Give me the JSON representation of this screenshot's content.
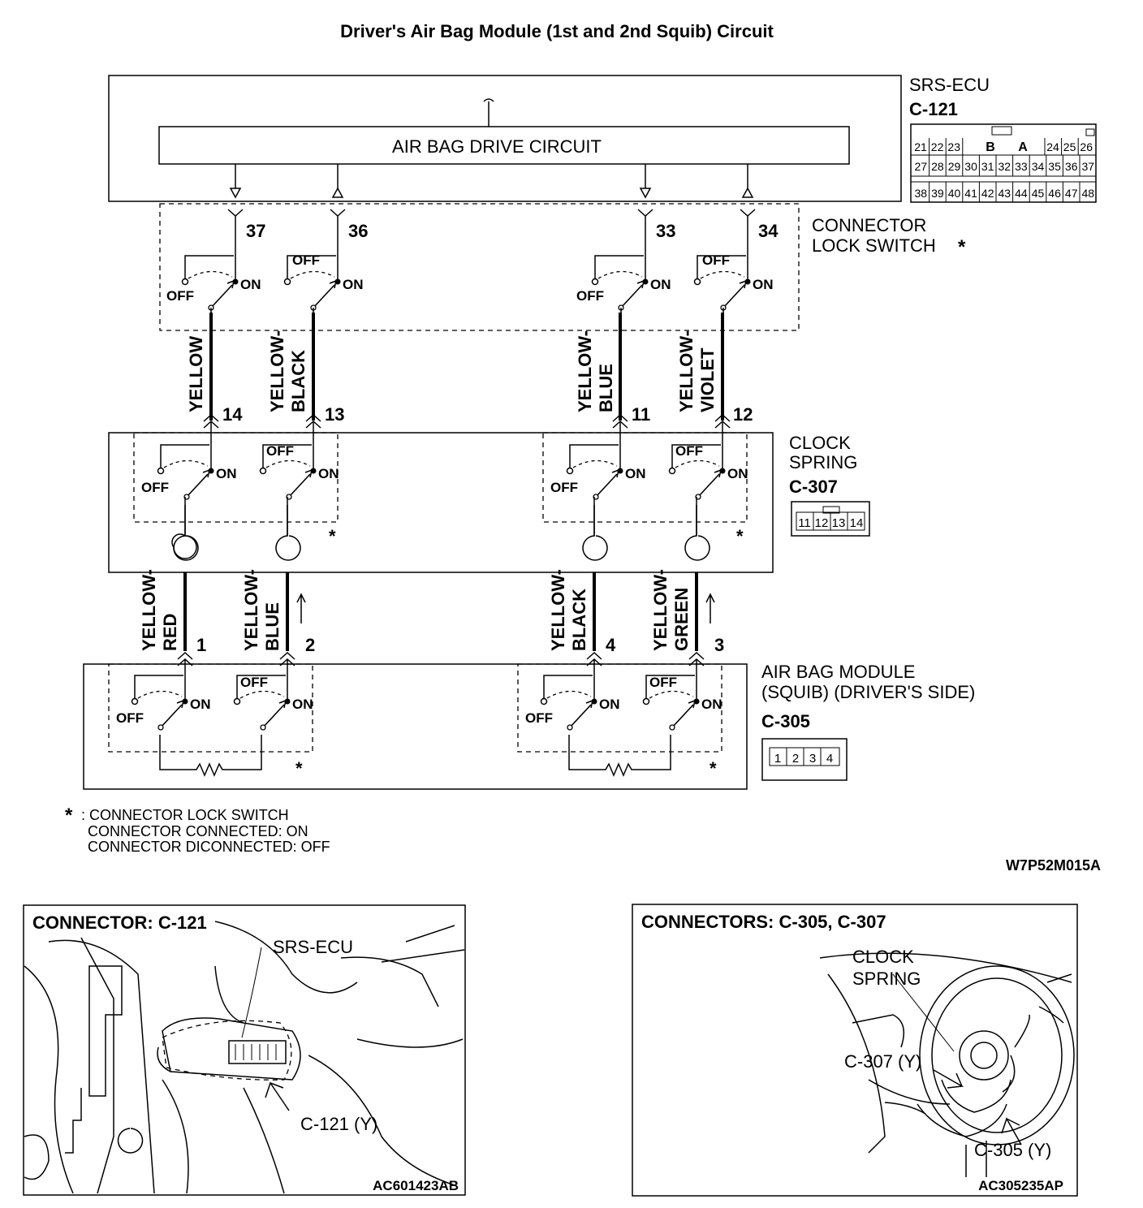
{
  "title": "Driver's Air Bag Module (1st and 2nd Squib) Circuit",
  "figure_code": "W7P52M015A",
  "srs_ecu": {
    "name": "SRS-ECU",
    "connector": "C-121",
    "drive_circuit_label": "AIR BAG DRIVE CIRCUIT",
    "pins": [
      "37",
      "36",
      "33",
      "34"
    ],
    "connector_rows": [
      [
        "21",
        "22",
        "23",
        "B",
        "A",
        "24",
        "25",
        "26"
      ],
      [
        "27",
        "28",
        "29",
        "30",
        "31",
        "32",
        "33",
        "34",
        "35",
        "36",
        "37"
      ],
      [
        "38",
        "39",
        "40",
        "41",
        "42",
        "43",
        "44",
        "45",
        "46",
        "47",
        "48"
      ]
    ]
  },
  "connector_lock_switch": {
    "label_line1": "CONNECTOR",
    "label_line2": "LOCK SWITCH",
    "star": "*"
  },
  "switch_states": {
    "off": "OFF",
    "on": "ON"
  },
  "harness_upper": [
    {
      "pin": "14",
      "color_line1": "YELLOW",
      "color_line2": ""
    },
    {
      "pin": "13",
      "color_line1": "YELLOW-",
      "color_line2": "BLACK"
    },
    {
      "pin": "11",
      "color_line1": "YELLOW-",
      "color_line2": "BLUE"
    },
    {
      "pin": "12",
      "color_line1": "YELLOW-",
      "color_line2": "VIOLET"
    }
  ],
  "clock_spring": {
    "label_line1": "CLOCK",
    "label_line2": "SPRING",
    "connector": "C-307",
    "pins": [
      "11",
      "12",
      "13",
      "14"
    ],
    "star": "*"
  },
  "harness_lower": [
    {
      "pin": "1",
      "color_line1": "YELLOW-",
      "color_line2": "RED"
    },
    {
      "pin": "2",
      "color_line1": "YELLOW-",
      "color_line2": "BLUE"
    },
    {
      "pin": "4",
      "color_line1": "YELLOW-",
      "color_line2": "BLACK"
    },
    {
      "pin": "3",
      "color_line1": "YELLOW-",
      "color_line2": "GREEN"
    }
  ],
  "airbag_module": {
    "label_line1": "AIR BAG MODULE",
    "label_line2": "(SQUIB) (DRIVER'S SIDE)",
    "connector": "C-305",
    "pins": [
      "1",
      "2",
      "3",
      "4"
    ],
    "star": "*"
  },
  "footnote": {
    "star": "*",
    "line1": ": CONNECTOR LOCK SWITCH",
    "line2": "CONNECTOR CONNECTED: ON",
    "line3": "CONNECTOR DICONNECTED: OFF"
  },
  "panel_left": {
    "title": "CONNECTOR: C-121",
    "callout_ecu": "SRS-ECU",
    "callout_connector": "C-121 (Y)",
    "code": "AC601423AB"
  },
  "panel_right": {
    "title": "CONNECTORS: C-305, C-307",
    "callout_line1": "CLOCK",
    "callout_line2": "SPRING",
    "callout_c307": "C-307 (Y)",
    "callout_c305": "C-305 (Y)",
    "code": "AC305235AP"
  }
}
